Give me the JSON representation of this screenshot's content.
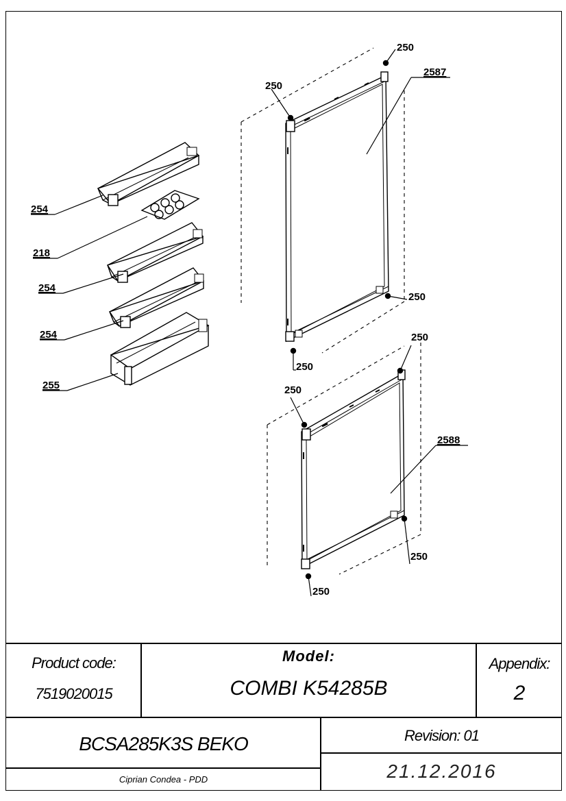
{
  "drawing": {
    "callouts": [
      {
        "id": "c-250-top-right",
        "text": "250"
      },
      {
        "id": "c-250-top-left",
        "text": "250"
      },
      {
        "id": "c-2587",
        "text": "2587"
      },
      {
        "id": "c-254-a",
        "text": "254"
      },
      {
        "id": "c-218",
        "text": "218"
      },
      {
        "id": "c-254-b",
        "text": "254"
      },
      {
        "id": "c-254-c",
        "text": "254"
      },
      {
        "id": "c-255",
        "text": "255"
      },
      {
        "id": "c-250-mid-right",
        "text": "250"
      },
      {
        "id": "c-250-mid-left",
        "text": "250"
      },
      {
        "id": "c-250-lower-top-right",
        "text": "250"
      },
      {
        "id": "c-250-lower-top-left",
        "text": "250"
      },
      {
        "id": "c-2588",
        "text": "2588"
      },
      {
        "id": "c-250-lower-right",
        "text": "250"
      },
      {
        "id": "c-250-bottom",
        "text": "250"
      }
    ]
  },
  "title_block": {
    "product_code_label": "Product code:",
    "product_code_value": "7519020015",
    "model_label": "Model:",
    "model_value": "COMBI K54285B",
    "appendix_label": "Appendix:",
    "appendix_value": "2",
    "product_name": "BCSA285K3S BEKO",
    "revision": "Revision: 01",
    "author": "Ciprian Condea - PDD",
    "date": "21.12.2016"
  }
}
